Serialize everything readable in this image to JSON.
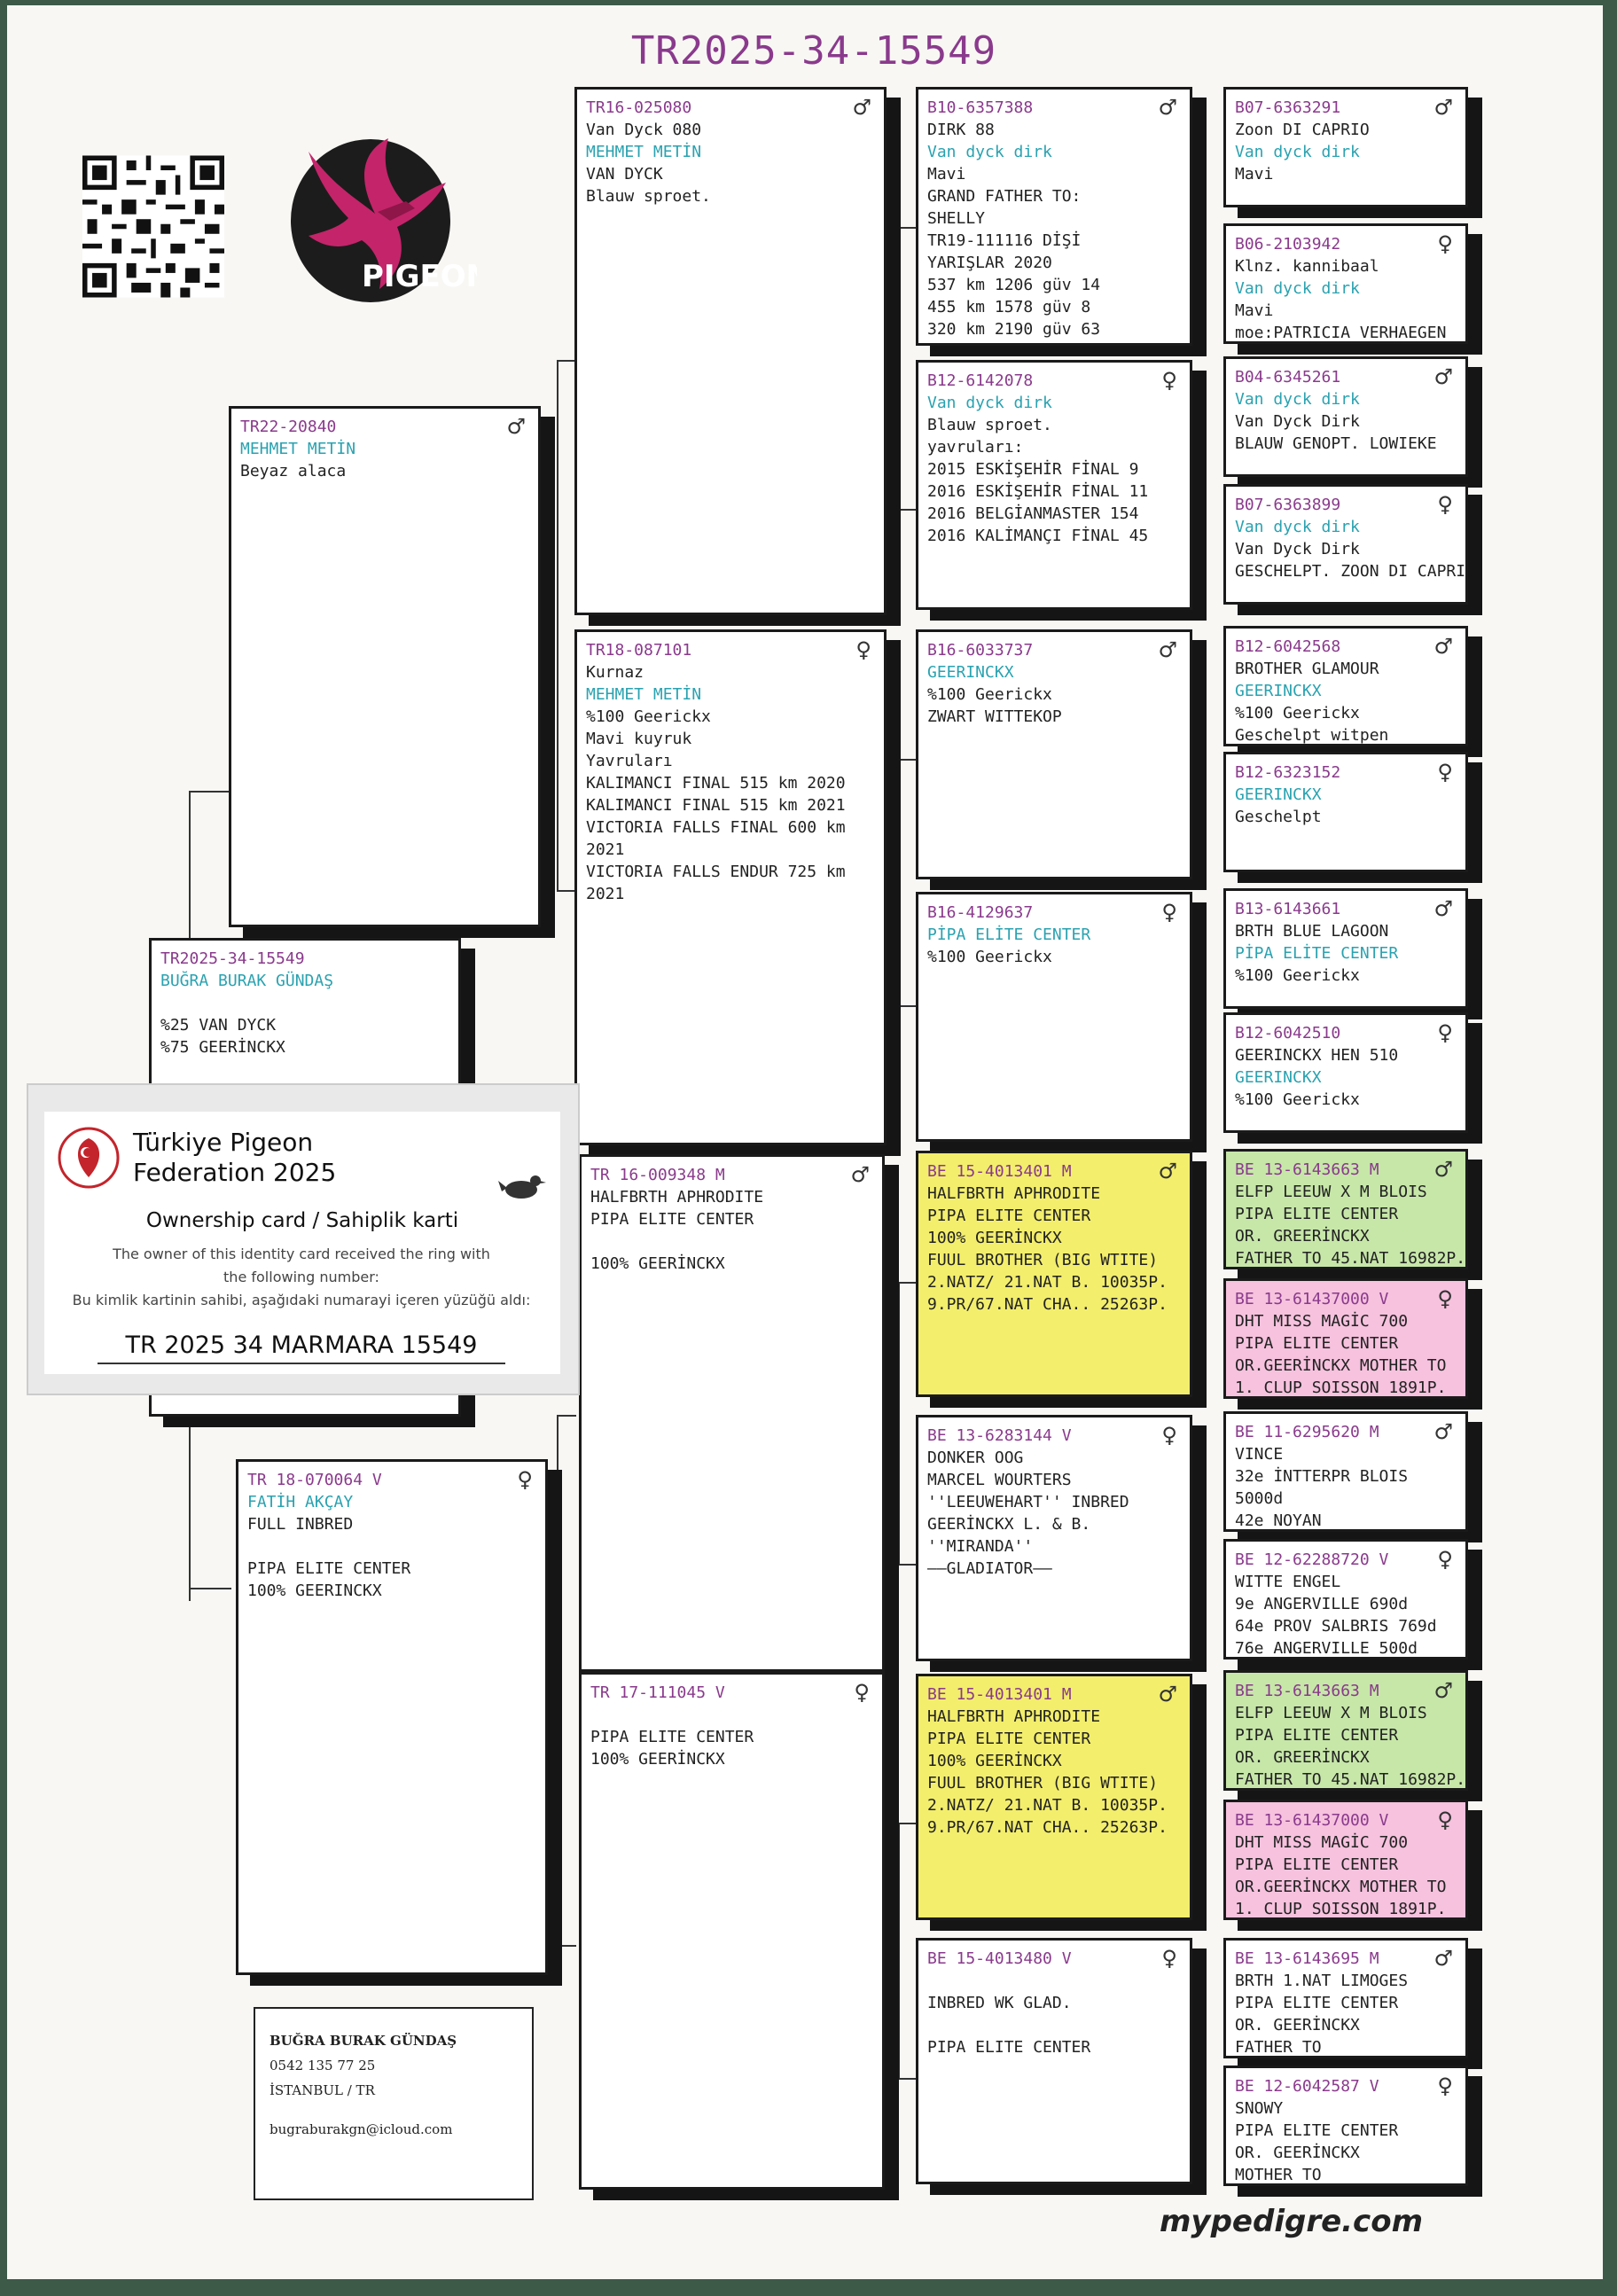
{
  "title": "TR2025-34-15549",
  "logo_text": "PIGEON",
  "symbols": {
    "male": "♂",
    "female": "♀"
  },
  "subject": {
    "ring": "TR2025-34-15549",
    "owner": "BUĞRA BURAK GÜNDAŞ",
    "lines": [
      "",
      "%25 VAN DYCK",
      "%75 GEERİNCKX"
    ]
  },
  "sire": {
    "ring": "TR22-20840",
    "breeder": "MEHMET METİN",
    "lines": [
      "Beyaz alaca"
    ]
  },
  "dam": {
    "ring": "TR 18-070064 V",
    "breeder": "FATİH AKÇAY",
    "lines": [
      "FULL INBRED",
      "",
      "PIPA ELITE CENTER",
      "100% GEERINCKX"
    ]
  },
  "gen2": [
    {
      "ring": "TR16-025080",
      "lines": [
        "Van Dyck 080"
      ],
      "breeder": "MEHMET METİN",
      "lines2": [
        "VAN DYCK",
        "Blauw sproet."
      ]
    },
    {
      "ring": "TR18-087101",
      "lines": [
        "Kurnaz"
      ],
      "breeder": "MEHMET METİN",
      "lines2": [
        "%100 Geerickx",
        "Mavi kuyruk",
        "Yavruları",
        "KALIMANCI FINAL 515 km 2020",
        "KALIMANCI FINAL 515 km 2021",
        "VICTORIA FALLS FINAL 600 km",
        "2021",
        "VICTORIA FALLS ENDUR 725 km",
        "2021"
      ]
    },
    {
      "ring": "TR 16-009348 M",
      "lines": [
        "HALFBRTH APHRODITE",
        "PIPA ELITE CENTER",
        "",
        "100% GEERİNCKX"
      ],
      "breeder": "",
      "lines2": []
    },
    {
      "ring": "TR 17-111045 V",
      "lines": [
        "",
        "PIPA ELITE CENTER",
        "100% GEERİNCKX"
      ],
      "breeder": "",
      "lines2": []
    }
  ],
  "gen3": [
    {
      "ring": "B10-6357388",
      "lines": [
        "DIRK 88"
      ],
      "breeder": "Van dyck dirk",
      "lines2": [
        "Mavi",
        "GRAND FATHER TO:",
        "SHELLY",
        "TR19-111116 DİŞİ",
        "YARIŞLAR 2020",
        "537 km 1206 güv    14",
        "455 km 1578 güv     8",
        "320 km 2190 güv    63"
      ]
    },
    {
      "ring": "B12-6142078",
      "lines": [],
      "breeder": "Van dyck dirk",
      "lines2": [
        "Blauw sproet.",
        "yavruları:",
        "2015 ESKİŞEHİR FİNAL 9",
        "2016 ESKİŞEHİR FİNAL 11",
        "2016 BELGİANMASTER 154",
        "2016 KALİMANÇI FİNAL 45"
      ]
    },
    {
      "ring": "B16-6033737",
      "lines": [],
      "breeder": "GEERINCKX",
      "lines2": [
        "%100 Geerickx",
        "ZWART WITTEKOP"
      ]
    },
    {
      "ring": "B16-4129637",
      "lines": [],
      "breeder": "PİPA ELİTE CENTER",
      "lines2": [
        "%100 Geerickx"
      ]
    },
    {
      "ring": "BE 15-4013401 M",
      "lines": [
        "HALFBRTH APHRODITE",
        "PIPA ELITE CENTER",
        "100% GEERİNCKX",
        "FUUL BROTHER (BIG WTITE)",
        "2.NATZ/ 21.NAT B. 10035P.",
        "9.PR/67.NAT CHA.. 25263P."
      ],
      "breeder": "",
      "lines2": []
    },
    {
      "ring": "BE 13-6283144 V",
      "lines": [
        "DONKER OOG",
        "MARCEL WOURTERS",
        "''LEEUWEHART'' INBRED",
        "GEERİNCKX L. & B.",
        "''MIRANDA''",
        "——GLADIATOR——"
      ],
      "breeder": "",
      "lines2": []
    },
    {
      "ring": "BE 15-4013401 M",
      "lines": [
        "HALFBRTH APHRODITE",
        "PIPA ELITE CENTER",
        "100% GEERİNCKX",
        "FUUL BROTHER (BIG WTITE)",
        "2.NATZ/ 21.NAT B. 10035P.",
        "9.PR/67.NAT CHA.. 25263P."
      ],
      "breeder": "",
      "lines2": []
    },
    {
      "ring": "BE 15-4013480 V",
      "lines": [
        "",
        "INBRED WK GLAD.",
        "",
        "PIPA ELITE CENTER"
      ],
      "breeder": "",
      "lines2": []
    }
  ],
  "gen4": [
    {
      "ring": "B07-6363291",
      "lines": [
        "Zoon DI CAPRIO"
      ],
      "breeder": "Van dyck dirk",
      "lines2": [
        "Mavi"
      ]
    },
    {
      "ring": "B06-2103942",
      "lines": [
        "Klnz. kannibaal"
      ],
      "breeder": "Van dyck dirk",
      "lines2": [
        "Mavi",
        "moe:PATRICIA VERHAEGEN"
      ]
    },
    {
      "ring": "B04-6345261",
      "lines": [],
      "breeder": "Van dyck dirk",
      "lines2": [
        "Van Dyck Dirk",
        "BLAUW GENOPT. LOWIEKE"
      ]
    },
    {
      "ring": "B07-6363899",
      "lines": [],
      "breeder": "Van dyck dirk",
      "lines2": [
        "Van Dyck Dirk",
        "GESCHELPT. ZOON DI CAPRIO"
      ]
    },
    {
      "ring": "B12-6042568",
      "lines": [
        "BROTHER GLAMOUR"
      ],
      "breeder": "GEERINCKX",
      "lines2": [
        "%100 Geerickx",
        "Geschelpt witpen"
      ]
    },
    {
      "ring": "B12-6323152",
      "lines": [],
      "breeder": "GEERINCKX",
      "lines2": [
        "Geschelpt"
      ]
    },
    {
      "ring": "B13-6143661",
      "lines": [
        "BRTH BLUE LAGOON"
      ],
      "breeder": "PİPA ELİTE CENTER",
      "lines2": [
        "%100 Geerickx"
      ]
    },
    {
      "ring": "B12-6042510",
      "lines": [
        "GEERINCKX HEN 510"
      ],
      "breeder": "GEERINCKX",
      "lines2": [
        "%100 Geerickx"
      ]
    },
    {
      "ring": "BE 13-6143663 M",
      "lines": [
        "ELFP LEEUW X M BLOIS",
        "PIPA ELITE CENTER",
        "OR. GREERİNCKX",
        "FATHER TO 45.NAT 16982P."
      ],
      "breeder": "",
      "lines2": []
    },
    {
      "ring": "BE 13-61437000 V",
      "lines": [
        "DHT MISS MAGİC 700",
        "PIPA ELITE CENTER",
        "OR.GEERİNCKX MOTHER TO",
        "1. CLUP SOISSON 1891P."
      ],
      "breeder": "",
      "lines2": []
    },
    {
      "ring": "BE 11-6295620 M",
      "lines": [
        "VINCE",
        "32e İNTTERPR BLOIS",
        "5000d",
        "42e NOYAN"
      ],
      "breeder": "",
      "lines2": []
    },
    {
      "ring": "BE 12-62288720 V",
      "lines": [
        "WITTE ENGEL",
        "9e ANGERVILLE 690d",
        "64e PROV SALBRIS 769d",
        "76e ANGERVILLE 500d"
      ],
      "breeder": "",
      "lines2": []
    },
    {
      "ring": "BE 13-6143663 M",
      "lines": [
        "ELFP LEEUW X M BLOIS",
        "PIPA ELITE CENTER",
        "OR. GREERİNCKX",
        "FATHER TO 45.NAT 16982P."
      ],
      "breeder": "",
      "lines2": []
    },
    {
      "ring": "BE 13-61437000 V",
      "lines": [
        "DHT MISS MAGİC 700",
        "PIPA ELITE CENTER",
        "OR.GEERİNCKX MOTHER TO",
        "1. CLUP SOISSON 1891P."
      ],
      "breeder": "",
      "lines2": []
    },
    {
      "ring": "BE 13-6143695 M",
      "lines": [
        "BRTH 1.NAT LIMOGES",
        "PIPA ELITE CENTER",
        "OR. GEERİNCKX",
        "FATHER TO"
      ],
      "breeder": "",
      "lines2": []
    },
    {
      "ring": "BE 12-6042587 V",
      "lines": [
        "SNOWY",
        "PIPA ELITE CENTER",
        "OR. GEERİNCKX",
        "MOTHER TO"
      ],
      "breeder": "",
      "lines2": []
    }
  ],
  "card": {
    "federation_line1": "Türkiye Pigeon",
    "federation_line2": "Federation 2025",
    "ownership": "Ownership card / Sahiplik karti",
    "text1": "The owner of this identity card received the ring with",
    "text2": "the following number:",
    "text3": "Bu kimlik kartinin sahibi, aşağıdaki numarayi içeren yüzüğü aldı:",
    "number": "TR 2025 34 MARMARA 15549"
  },
  "contact": {
    "name": "BUĞRA BURAK GÜNDAŞ",
    "phone": "0542 135 77 25",
    "city": "İSTANBUL / TR",
    "email": "bugraburakgn@icloud.com"
  },
  "website": "mypedigre.com"
}
